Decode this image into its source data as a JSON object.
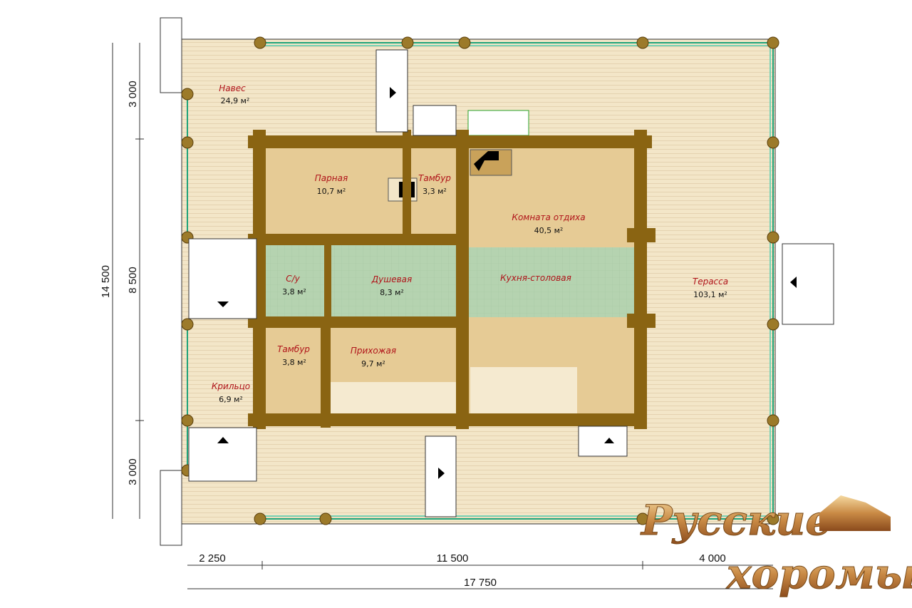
{
  "rooms": {
    "naves": {
      "name": "Навес",
      "area": "24,9 м²"
    },
    "parnaya": {
      "name": "Парная",
      "area": "10,7 м²"
    },
    "tambur_top": {
      "name": "Тамбур",
      "area": "3,3 м²"
    },
    "komnata": {
      "name": "Комната отдиха",
      "area": "40,5 м²"
    },
    "su": {
      "name": "С/у",
      "area": "3,8 м²"
    },
    "dushevaya": {
      "name": "Душевая",
      "area": "8,3 м²"
    },
    "kukhnya": {
      "name": "Кухня-столовая"
    },
    "terrasa": {
      "name": "Терасса",
      "area": "103,1 м²"
    },
    "tambur_bottom": {
      "name": "Тамбур",
      "area": "3,8 м²"
    },
    "prikhozhaya": {
      "name": "Прихожая",
      "area": "9,7 м²"
    },
    "krylco": {
      "name": "Крильцо",
      "area": "6,9 м²"
    }
  },
  "dimensions": {
    "total_height": "14 500",
    "top": "3 000",
    "middle": "8 500",
    "bottom": "3 000",
    "left_width": "2 250",
    "center_width": "11 500",
    "right_width": "4 000",
    "total_width": "17 750"
  },
  "logo": {
    "line1": "Русские",
    "line2": "хоромы"
  },
  "colors": {
    "wall": "#8a6412",
    "room": "#e6cb95",
    "wet": "#b5d3b0",
    "deck": "#f3e6c8",
    "label": "#b0141a"
  }
}
